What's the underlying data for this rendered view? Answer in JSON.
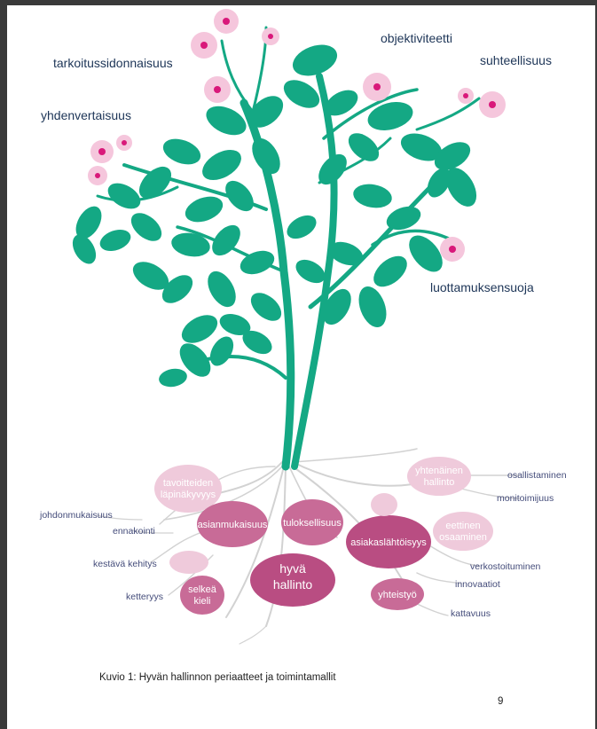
{
  "principles": {
    "tarkoitus": "tarkoitussidonnaisuus",
    "objektiivisuus": "objektiviteetti",
    "suhteellisuus": "suhteellisuus",
    "yhdenvertaisuus": "yhdenvertaisuus",
    "luottamus": "luottamuksensuoja"
  },
  "tubers": {
    "center": [
      "hyvä",
      "hallinto"
    ],
    "tavoitteiden": [
      "tavoitteiden",
      "läpinäkyvyys"
    ],
    "asianmukaisuus": "asianmukaisuus",
    "tuloksellisuus": "tuloksellisuus",
    "asiakaslahtoisyys": "asiakaslähtöisyys",
    "yhtenainen": [
      "yhtenäinen",
      "hallinto"
    ],
    "eettinen": [
      "eettinen",
      "osaaminen"
    ],
    "selkea": [
      "selkeä",
      "kieli"
    ],
    "yhteistyo": "yhteistyö"
  },
  "root_labels": {
    "johdonmukaisuus": "johdonmukaisuus",
    "ennakointi": "ennakointi",
    "kestava": "kestävä kehitys",
    "ketteryys": "ketteryys",
    "osallistaminen": "osallistaminen",
    "monitoimijuus": "monitoimijuus",
    "verkostoituminen": "verkostoituminen",
    "innovaatiot": "innovaatiot",
    "kattavuus": "kattavuus"
  },
  "caption": "Kuvio 1: Hyvän hallinnon periaatteet ja toimintamallit",
  "page_number": "9",
  "colors": {
    "leaf": "#14a884",
    "flower": "#f5c6dc",
    "flower_center": "#d9187a",
    "tuber_dark": "#b94d82",
    "tuber_mid": "#c86b97",
    "tuber_light": "#efcadb",
    "root": "#d0d0d0",
    "text_blue": "#1d3557"
  }
}
